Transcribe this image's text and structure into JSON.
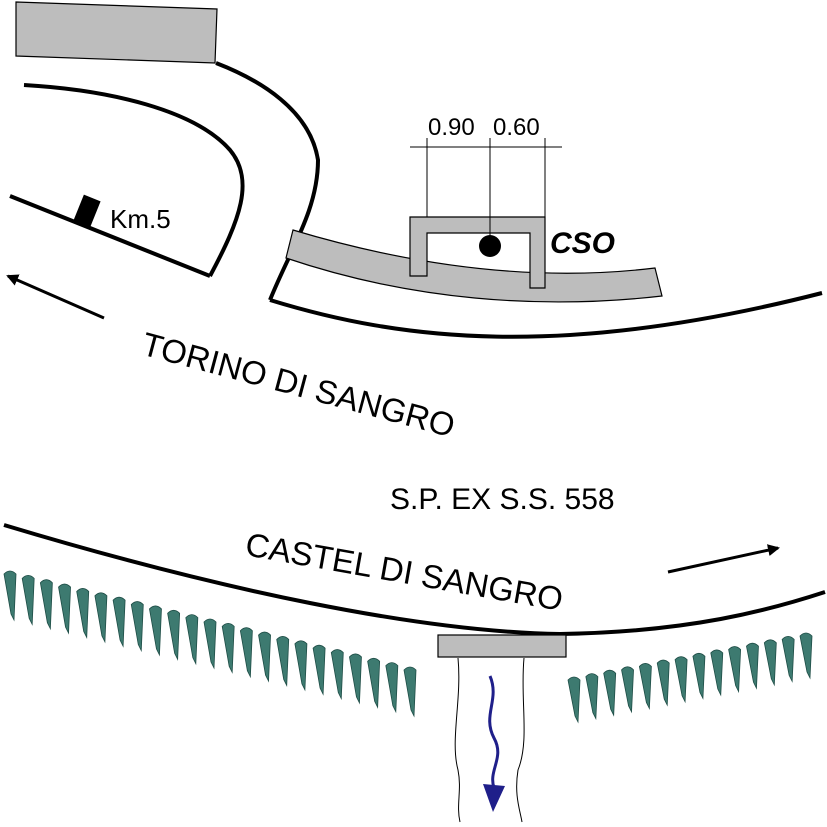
{
  "diagram": {
    "dimensions": {
      "left": "0.90",
      "right": "0.60"
    },
    "cso_label": "CSO",
    "km_marker_label": "Km.5",
    "direction_top": "TORINO DI SANGRO",
    "direction_bottom": "CASTEL DI SANGRO",
    "road_name": "S.P. EX S.S. 558"
  },
  "colors": {
    "road_line": "#000000",
    "structure_fill": "#bdbdbd",
    "vegetation": "#3d7a70",
    "water_arrow": "#1f1f8a"
  },
  "icons": {
    "km_marker": "km-marker-icon",
    "cso_point": "cso-point-icon",
    "flow_arrow": "water-flow-arrow-icon",
    "direction_left": "arrow-left-icon",
    "direction_right": "arrow-right-icon",
    "trees": "tree-row-icon"
  }
}
